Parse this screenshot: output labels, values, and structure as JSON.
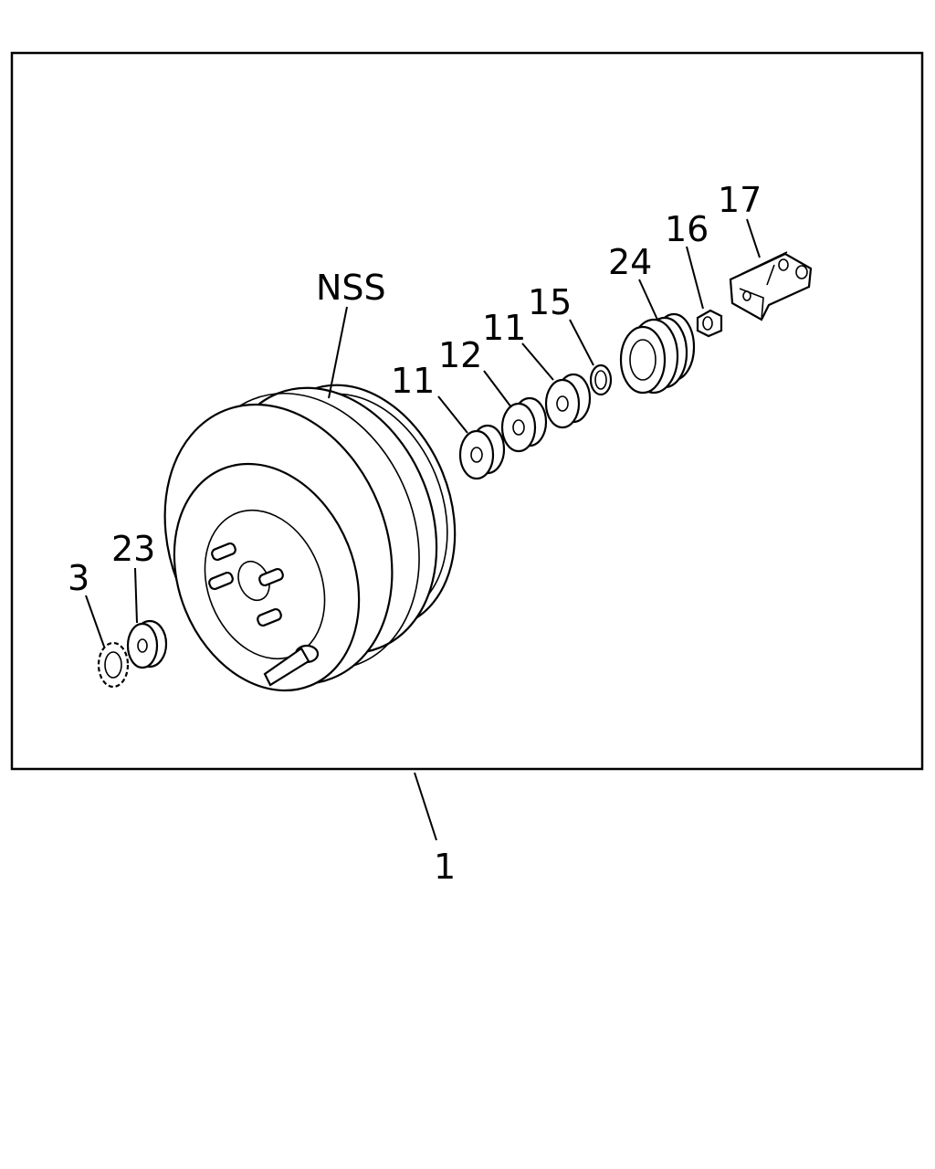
{
  "labels": {
    "nss": "NSS",
    "p1": "1",
    "p3": "3",
    "p11a": "11",
    "p11b": "11",
    "p12": "12",
    "p15": "15",
    "p16": "16",
    "p17": "17",
    "p23": "23",
    "p24": "24"
  }
}
